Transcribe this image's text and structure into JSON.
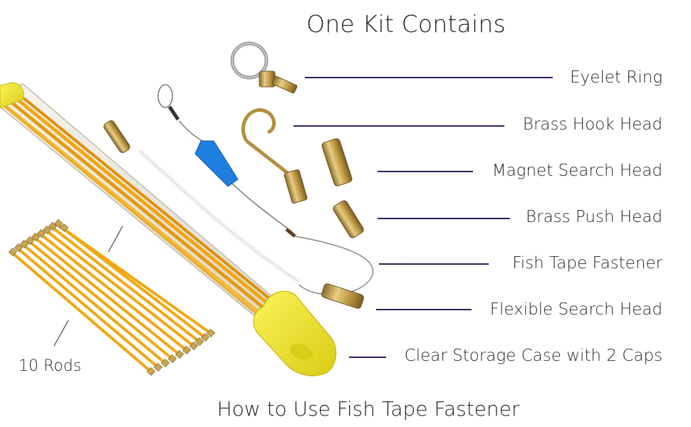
{
  "header": {
    "title": "One Kit Contains"
  },
  "footer": {
    "title": "How to Use Fish Tape Fastener"
  },
  "labels": {
    "eyelet_ring": "Eyelet Ring",
    "brass_hook_head": "Brass Hook Head",
    "magnet_search_head": "Magnet Search Head",
    "brass_push_head": "Brass Push Head",
    "fish_tape_fastener": "Fish Tape Fastener",
    "flexible_search_head": "Flexible Search Head",
    "storage_case": "Clear Storage Case with 2 Caps",
    "rods": "10 Rods"
  },
  "colors": {
    "leader_line": "#23235c",
    "rod": "#f2a712",
    "cap": "#f3ea2c",
    "brass": "#c9a54e",
    "fastener_blue": "#1e7fe0"
  }
}
